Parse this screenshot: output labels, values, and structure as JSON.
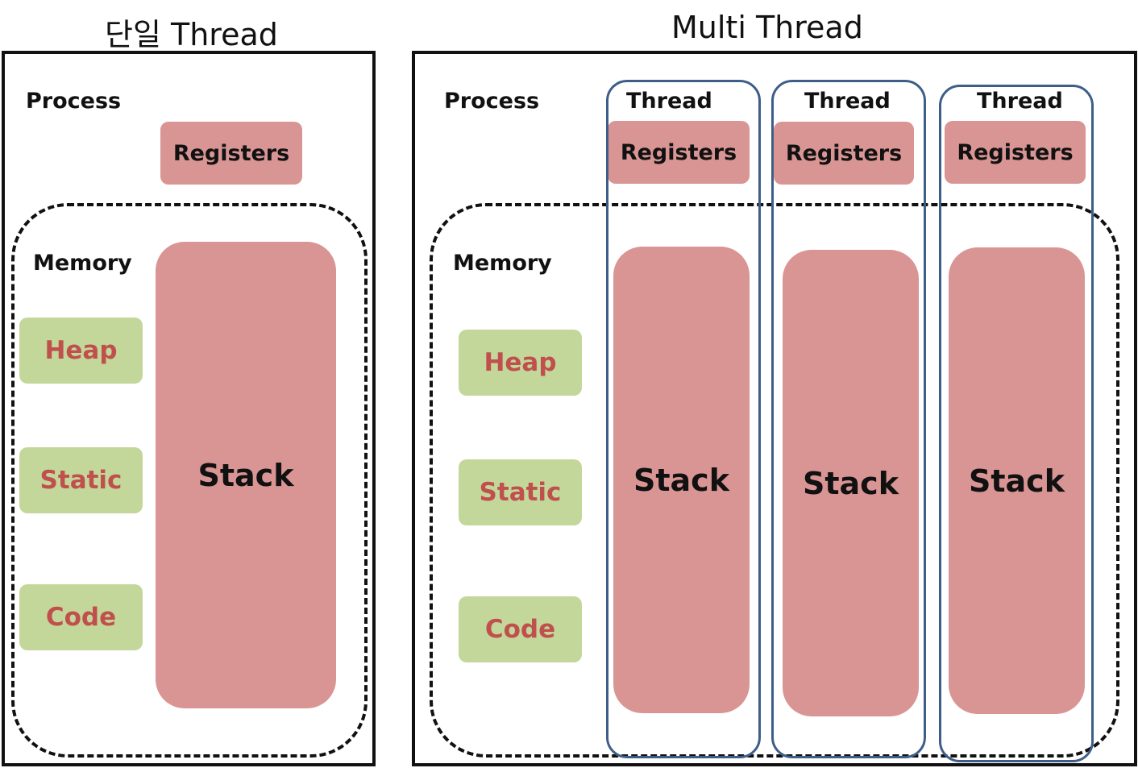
{
  "single": {
    "title": "단일 Thread",
    "process_label": "Process",
    "registers_label": "Registers",
    "memory_label": "Memory",
    "segments": {
      "heap": "Heap",
      "static": "Static",
      "code": "Code"
    },
    "stack_label": "Stack"
  },
  "multi": {
    "title": "Multi Thread",
    "process_label": "Process",
    "memory_label": "Memory",
    "segments": {
      "heap": "Heap",
      "static": "Static",
      "code": "Code"
    },
    "threads": [
      {
        "label": "Thread",
        "registers_label": "Registers",
        "stack_label": "Stack"
      },
      {
        "label": "Thread",
        "registers_label": "Registers",
        "stack_label": "Stack"
      },
      {
        "label": "Thread",
        "registers_label": "Registers",
        "stack_label": "Stack"
      }
    ]
  },
  "colors": {
    "registers_stack_fill": "#d99594",
    "segment_fill": "#c4d79b",
    "segment_text": "#c0504d",
    "thread_border": "#3e5e88"
  }
}
